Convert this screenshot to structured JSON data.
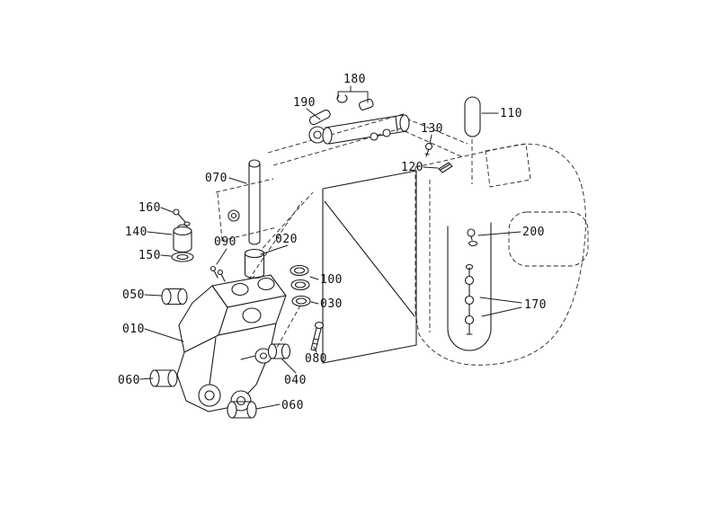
{
  "colors": {
    "background": "#ffffff",
    "line": "#1c1c1c"
  },
  "callouts": {
    "c010": {
      "label": "010"
    },
    "c020": {
      "label": "020"
    },
    "c030": {
      "label": "030"
    },
    "c040": {
      "label": "040"
    },
    "c050": {
      "label": "050"
    },
    "c060a": {
      "label": "060"
    },
    "c060b": {
      "label": "060"
    },
    "c070": {
      "label": "070"
    },
    "c080": {
      "label": "080"
    },
    "c090": {
      "label": "090"
    },
    "c100": {
      "label": "100"
    },
    "c110": {
      "label": "110"
    },
    "c120": {
      "label": "120"
    },
    "c130": {
      "label": "130"
    },
    "c140": {
      "label": "140"
    },
    "c150": {
      "label": "150"
    },
    "c160": {
      "label": "160"
    },
    "c170": {
      "label": "170"
    },
    "c180": {
      "label": "180"
    },
    "c190": {
      "label": "190"
    },
    "c200": {
      "label": "200"
    }
  }
}
